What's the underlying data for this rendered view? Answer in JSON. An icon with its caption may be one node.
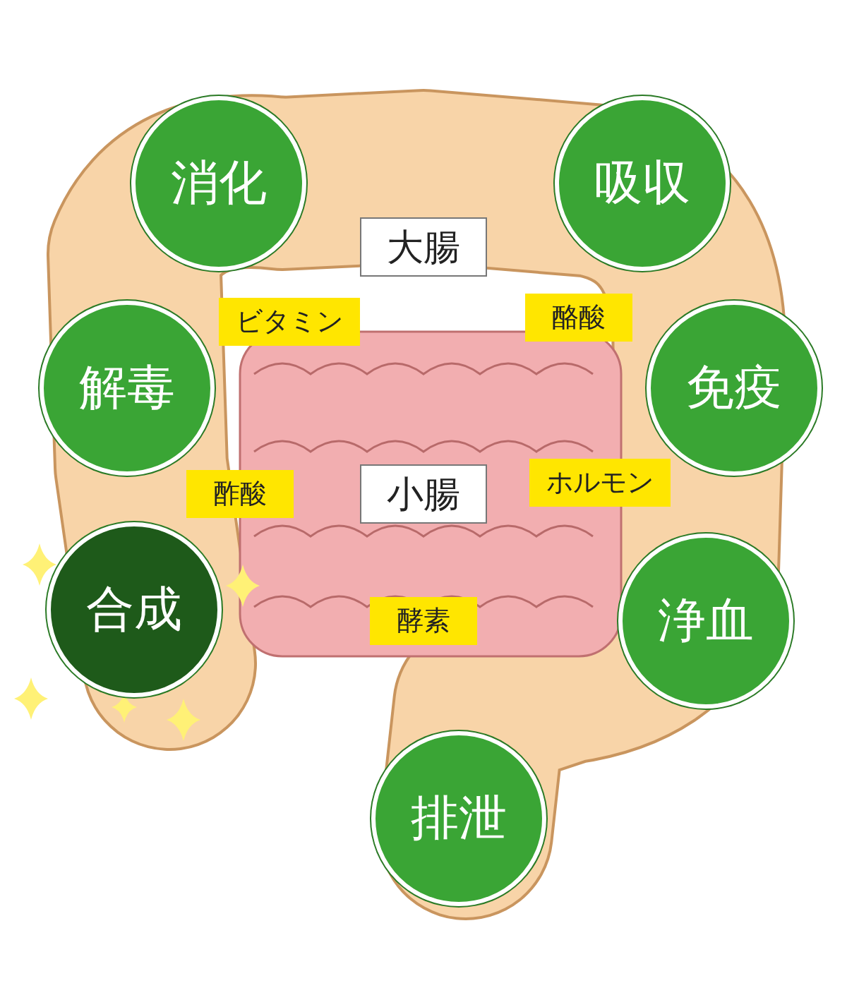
{
  "diagram": {
    "nodes": [
      {
        "text": [
          "消化"
        ]
      },
      {
        "text": [
          "吸収"
        ]
      },
      {
        "text": [
          "大腸"
        ]
      },
      {
        "text": [
          "ビタミン"
        ]
      },
      {
        "text": [
          "酪酸"
        ]
      },
      {
        "text": [
          "解毒"
        ]
      },
      {
        "text": [
          "免疫"
        ]
      },
      {
        "text": [
          "酢酸"
        ]
      },
      {
        "text": [
          "小腸"
        ]
      },
      {
        "text": [
          "ホルモン"
        ]
      },
      {
        "text": [
          "合成"
        ]
      },
      {
        "text": [
          "酵素"
        ]
      },
      {
        "text": [
          "浄血"
        ]
      },
      {
        "text": [
          "排泄"
        ]
      }
    ]
  }
}
